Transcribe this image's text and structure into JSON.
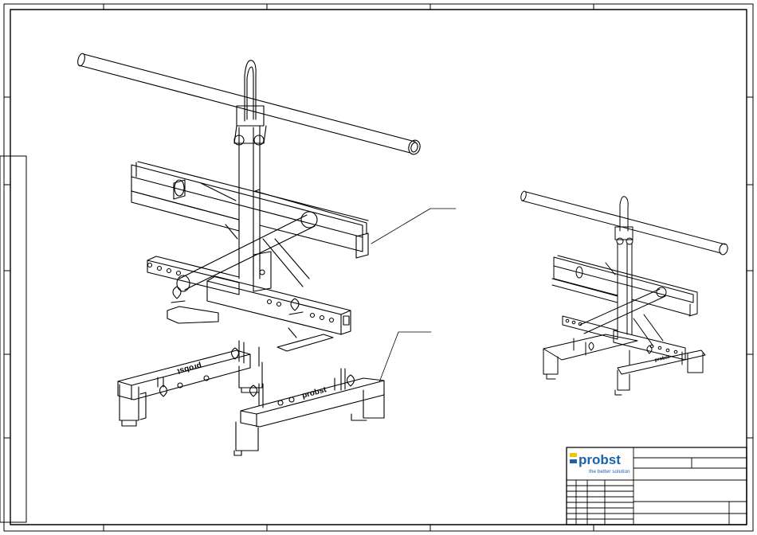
{
  "drawing": {
    "brand_mark": "probst",
    "brand_tagline": "the better solution",
    "part_tag_text": "probst",
    "colors": {
      "line": "#000000",
      "brand_blue": "#1a63a8",
      "brand_yellow": "#f2c500"
    }
  }
}
